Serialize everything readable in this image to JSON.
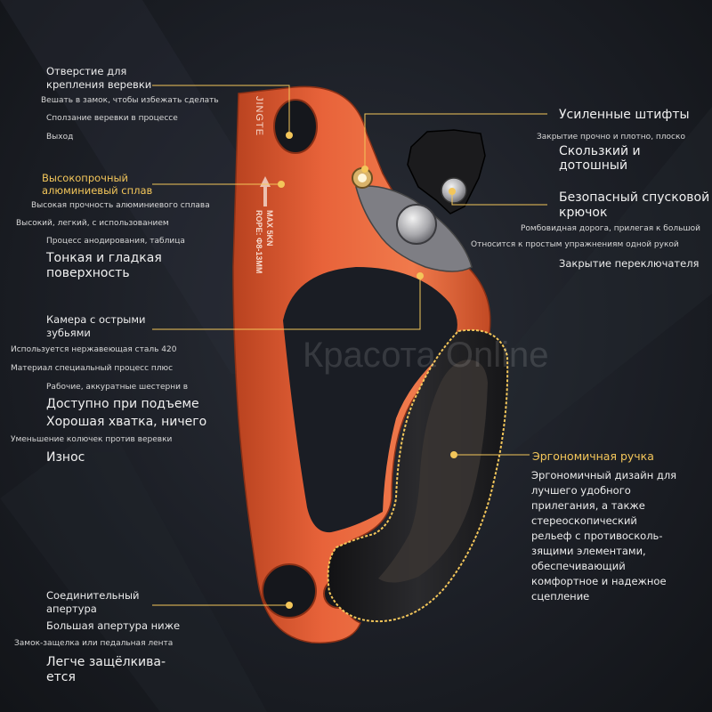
{
  "colors": {
    "body_orange": "#e8633a",
    "body_dark_orange": "#b8421f",
    "handle_black": "#1e1e20",
    "accent_gold": "#f3c65a",
    "background": "#1c1f26"
  },
  "device": {
    "brand": "JINGTE",
    "rating_text": "MAX 5KN",
    "rope_text": "ROPE: Φ8-13MM"
  },
  "watermark": "Красота Online",
  "callouts": {
    "rope_hole": {
      "title": [
        "Отверстие для",
        "крепления веревки"
      ],
      "notes": [
        "Вешать в замок, чтобы избежать сделать",
        "Сползание веревки в процессе",
        "Выход"
      ]
    },
    "alloy": {
      "title": [
        "Высокопрочный",
        "алюминиевый сплав"
      ],
      "notes": [
        "Высокая прочность алюминиевого сплава",
        "Высокий, легкий, с использованием",
        "Процесс анодирования, таблица"
      ],
      "big": [
        "Тонкая и гладкая",
        "поверхность"
      ]
    },
    "cam": {
      "title": [
        "Камера с острыми",
        "зубьями"
      ],
      "notes": [
        "Используется нержавеющая сталь 420",
        "Материал специальный процесс плюс",
        "Рабочие, аккуратные шестерни в"
      ],
      "big1": "Доступно при подъеме",
      "big2": "Хорошая хватка, ничего",
      "note_last": "Уменьшение колючек против веревки",
      "big3": "Износ"
    },
    "connect": {
      "title": [
        "Соединительный",
        "апертура"
      ],
      "big1": "Большая апертура ниже",
      "note": "Замок-защелка или педальная лента",
      "big2": [
        "Легче защёлкива-",
        "ется"
      ]
    },
    "pins": {
      "title": "Усиленные штифты",
      "note": "Закрытие прочно и плотно, плоско",
      "big": [
        "Скользкий и",
        "дотошный"
      ]
    },
    "hook": {
      "title": [
        "Безопасный спусковой",
        "крючок"
      ],
      "notes": [
        "Ромбовидная дорога, прилегая к большой",
        "Относится к простым упражнениям одной рукой"
      ],
      "big": "Закрытие переключателя"
    },
    "handle": {
      "title": "Эргономичная ручка",
      "desc": [
        "Эргономичный дизайн для",
        "лучшего удобного",
        "прилегания, а также",
        "стереоскопический",
        "рельеф с противосколь-",
        "зящими элементами,",
        "обеспечивающий",
        "комфортное и надежное",
        "сцепление"
      ]
    }
  }
}
